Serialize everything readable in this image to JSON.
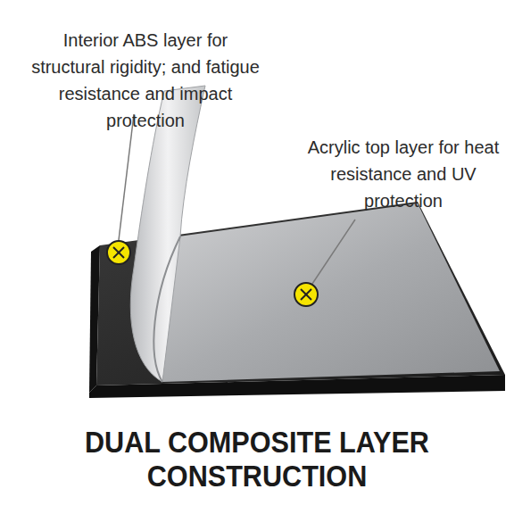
{
  "diagram": {
    "title": "DUAL COMPOSITE LAYER CONSTRUCTION",
    "labels": [
      "Interior ABS layer for structural rigidity; and fatigue resistance and impact protection",
      "Acrylic top layer for heat resistance and UV protection"
    ]
  }
}
